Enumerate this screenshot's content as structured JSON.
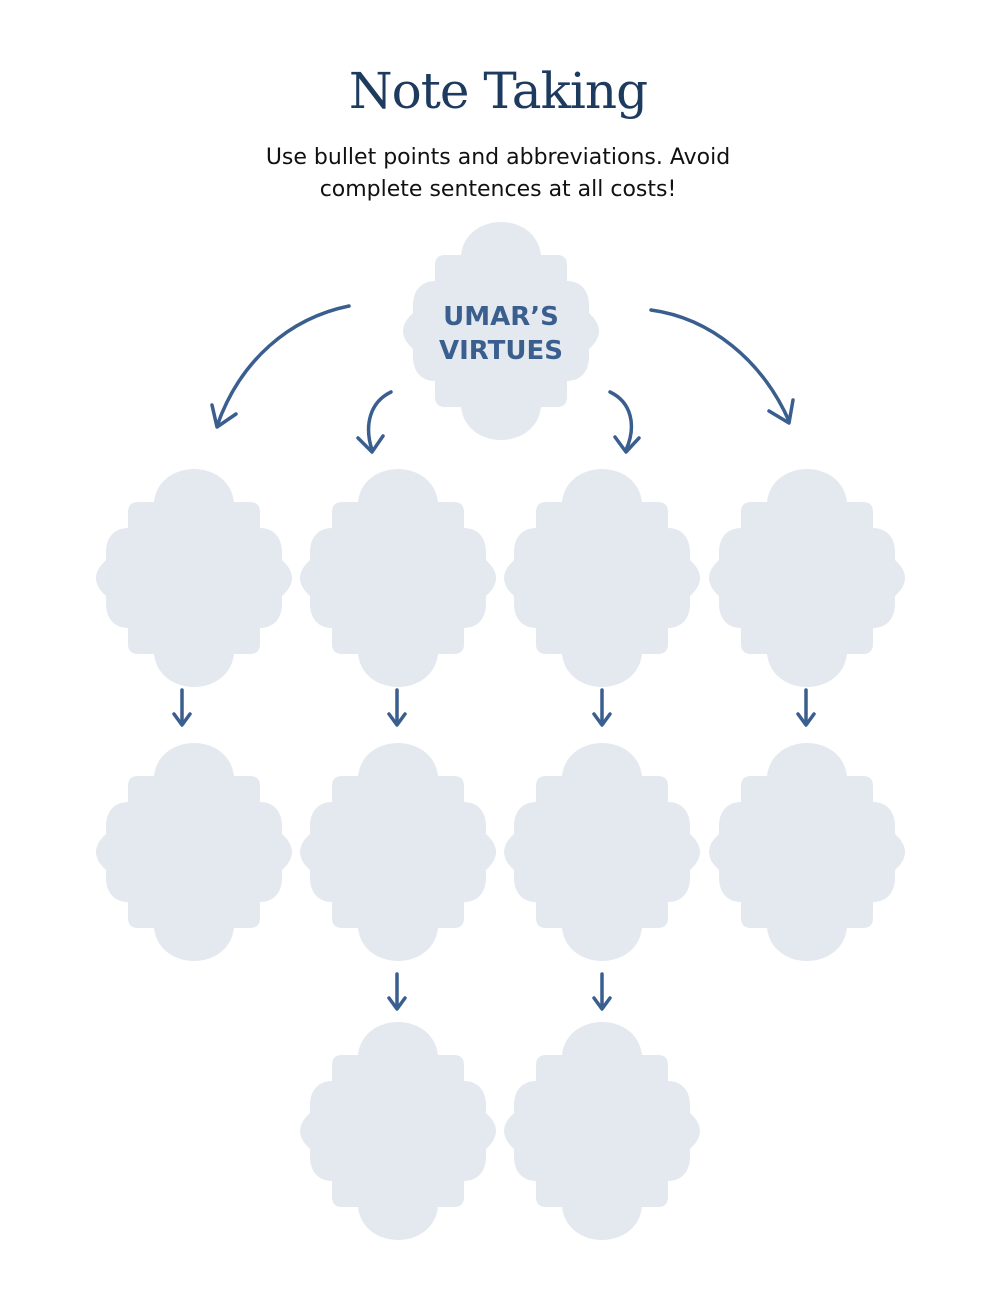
{
  "header": {
    "title": "Note Taking",
    "subtitle": "Use bullet points and abbreviations. Avoid complete sentences at all costs!"
  },
  "center_node": {
    "label_lines": [
      "UMAR’S",
      "VIRTUES"
    ]
  },
  "colors": {
    "title": "#1d3a5f",
    "accent": "#3a5f8f",
    "node_fill": "#e4e9f0",
    "text": "#111111"
  },
  "levels": {
    "first_row_nodes": 4,
    "second_row_nodes": 4,
    "third_row_nodes": 2
  }
}
